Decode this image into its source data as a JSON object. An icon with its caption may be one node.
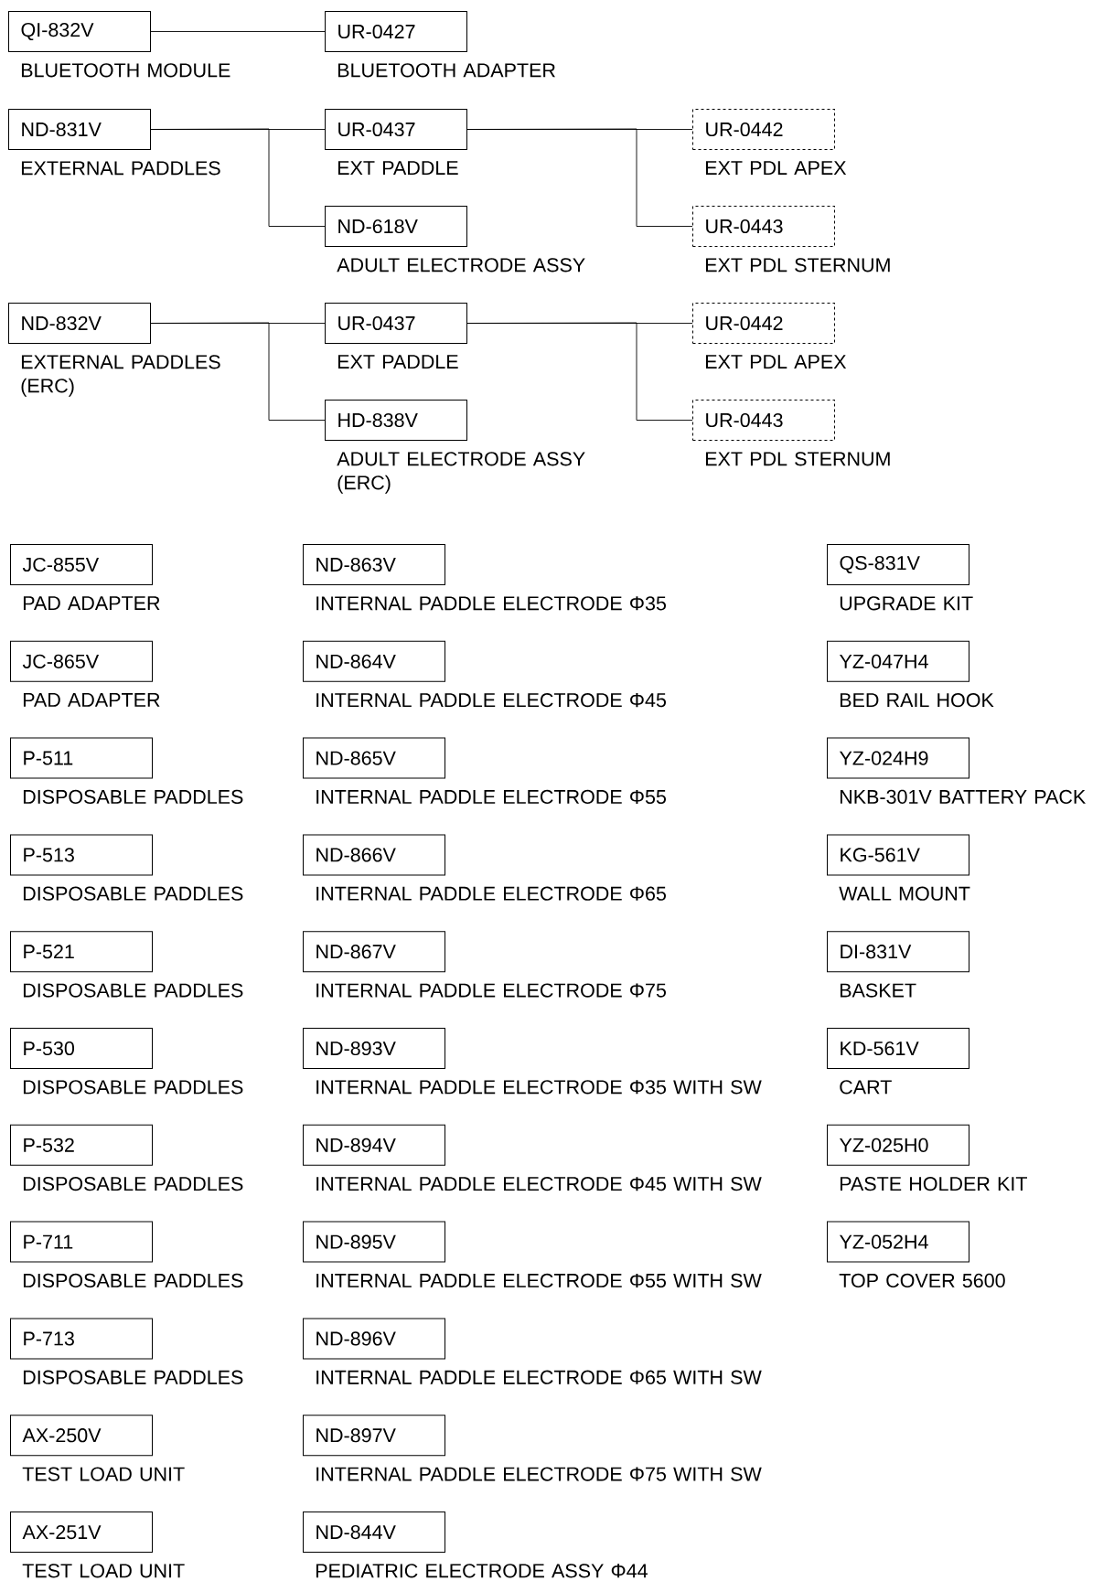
{
  "diagram": {
    "nodes": [
      {
        "text": [
          "QI-832V",
          "BLUETOOTH MODULE"
        ]
      },
      {
        "text": [
          "UR-0427",
          "BLUETOOTH ADAPTER"
        ]
      },
      {
        "text": [
          "ND-831V",
          "EXTERNAL PADDLES"
        ]
      },
      {
        "text": [
          "UR-0437",
          "EXT PADDLE"
        ]
      },
      {
        "text": [
          "UR-0442",
          "EXT PDL APEX"
        ]
      },
      {
        "text": [
          "ND-618V",
          "ADULT ELECTRODE ASSY"
        ]
      },
      {
        "text": [
          "UR-0443",
          "EXT PDL STERNUM"
        ]
      },
      {
        "text": [
          "ND-832V",
          "EXTERNAL PADDLES (ERC)"
        ]
      },
      {
        "text": [
          "UR-0437",
          "EXT PADDLE"
        ]
      },
      {
        "text": [
          "UR-0442",
          "EXT PDL APEX"
        ]
      },
      {
        "text": [
          "HD-838V",
          "ADULT ELECTRODE ASSY (ERC)"
        ]
      },
      {
        "text": [
          "UR-0443",
          "EXT PDL STERNUM"
        ]
      },
      {
        "text": [
          "JC-855V",
          "PAD ADAPTER"
        ]
      },
      {
        "text": [
          "ND-863V",
          "INTERNAL PADDLE ELECTRODE Φ35"
        ]
      },
      {
        "text": [
          "QS-831V",
          "UPGRADE KIT"
        ]
      },
      {
        "text": [
          "JC-865V",
          "PAD ADAPTER"
        ]
      },
      {
        "text": [
          "ND-864V",
          "INTERNAL PADDLE ELECTRODE Φ45"
        ]
      },
      {
        "text": [
          "YZ-047H4",
          "BED RAIL HOOK"
        ]
      },
      {
        "text": [
          "P-511",
          "DISPOSABLE PADDLES"
        ]
      },
      {
        "text": [
          "ND-865V",
          "INTERNAL PADDLE ELECTRODE Φ55"
        ]
      },
      {
        "text": [
          "YZ-024H9",
          "NKB-301V BATTERY PACK"
        ]
      },
      {
        "text": [
          "P-513",
          "DISPOSABLE PADDLES"
        ]
      },
      {
        "text": [
          "ND-866V",
          "INTERNAL PADDLE ELECTRODE Φ65"
        ]
      },
      {
        "text": [
          "KG-561V",
          "WALL MOUNT"
        ]
      },
      {
        "text": [
          "P-521",
          "DISPOSABLE PADDLES"
        ]
      },
      {
        "text": [
          "ND-867V",
          "INTERNAL PADDLE ELECTRODE Φ75"
        ]
      },
      {
        "text": [
          "DI-831V",
          "BASKET"
        ]
      },
      {
        "text": [
          "P-530",
          "DISPOSABLE PADDLES"
        ]
      },
      {
        "text": [
          "ND-893V",
          "INTERNAL PADDLE ELECTRODE Φ35 WITH SW"
        ]
      },
      {
        "text": [
          "KD-561V",
          "CART"
        ]
      },
      {
        "text": [
          "P-532",
          "DISPOSABLE PADDLES"
        ]
      },
      {
        "text": [
          "ND-894V",
          "INTERNAL PADDLE ELECTRODE Φ45 WITH SW"
        ]
      },
      {
        "text": [
          "YZ-025H0",
          "PASTE HOLDER KIT"
        ]
      },
      {
        "text": [
          "P-711",
          "DISPOSABLE PADDLES"
        ]
      },
      {
        "text": [
          "ND-895V",
          "INTERNAL PADDLE ELECTRODE Φ55 WITH SW"
        ]
      },
      {
        "text": [
          "YZ-052H4",
          "TOP COVER 5600"
        ]
      },
      {
        "text": [
          "P-713",
          "DISPOSABLE PADDLES"
        ]
      },
      {
        "text": [
          "ND-896V",
          "INTERNAL PADDLE ELECTRODE Φ65 WITH SW"
        ]
      },
      {
        "text": [
          "AX-250V",
          "TEST LOAD UNIT"
        ]
      },
      {
        "text": [
          "ND-897V",
          "INTERNAL PADDLE ELECTRODE Φ75 WITH SW"
        ]
      },
      {
        "text": [
          "AX-251V",
          "TEST LOAD UNIT"
        ]
      },
      {
        "text": [
          "ND-844V",
          "PEDIATRIC ELECTRODE ASSY Φ44"
        ]
      }
    ],
    "edges": [
      {
        "from": 0,
        "to": 1,
        "arrow": "none"
      },
      {
        "from": 2,
        "to": 3,
        "arrow": "none"
      },
      {
        "from": 2,
        "to": 5,
        "arrow": "none"
      },
      {
        "from": 3,
        "to": 4,
        "arrow": "none"
      },
      {
        "from": 3,
        "to": 6,
        "arrow": "none"
      },
      {
        "from": 7,
        "to": 8,
        "arrow": "none"
      },
      {
        "from": 7,
        "to": 10,
        "arrow": "none"
      },
      {
        "from": 8,
        "to": 9,
        "arrow": "none"
      },
      {
        "from": 8,
        "to": 11,
        "arrow": "none"
      }
    ]
  }
}
